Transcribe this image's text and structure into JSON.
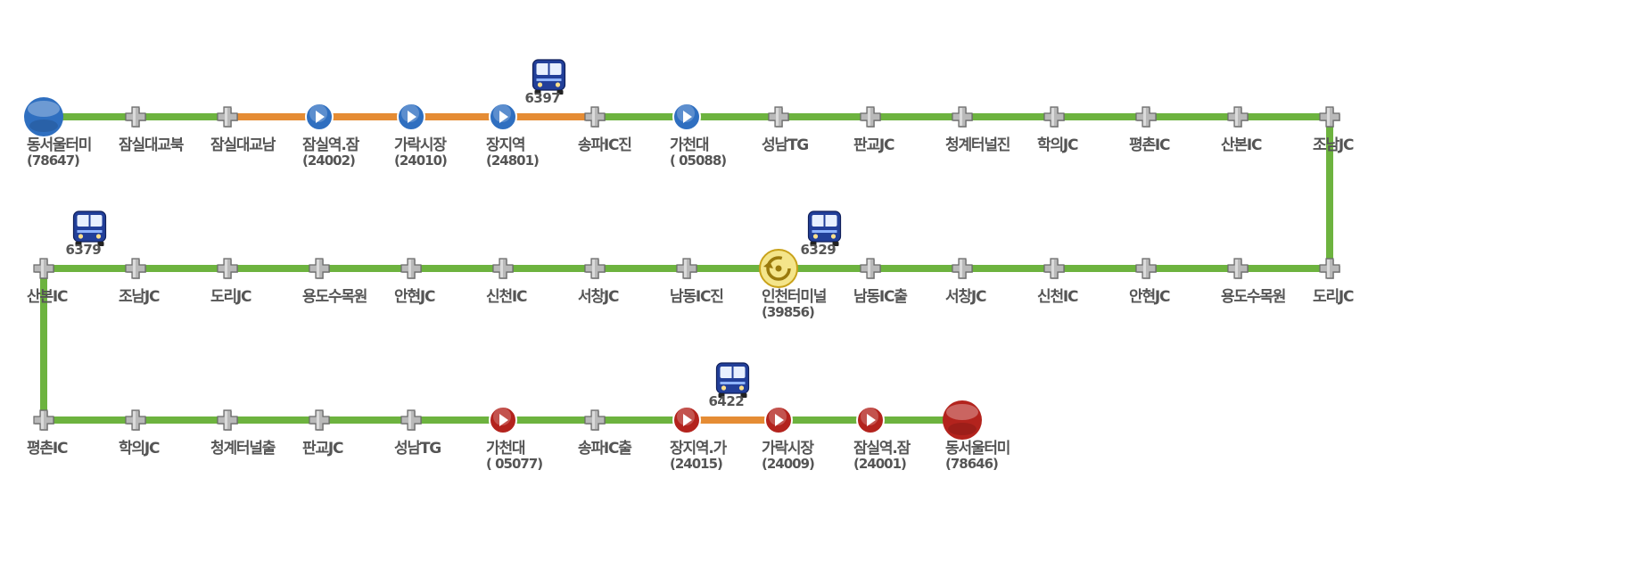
{
  "colors": {
    "line_normal": "#6db33f",
    "line_slow": "#e58c34",
    "node_gray": "#9a9a9a",
    "stop_blue": "#2f6fc0",
    "stop_red": "#b3231d",
    "terminal_yellow": "#e8c534",
    "label_text": "#555555",
    "bus_blue": "#2b4aa8"
  },
  "rows": [
    {
      "dir": "ltr",
      "stations": [
        {
          "name": "동서울터미",
          "code": "(78647)",
          "icon": "terminal-blue-icon"
        },
        {
          "name": "잠실대교북",
          "icon": "junction-node-icon"
        },
        {
          "name": "잠실대교남",
          "icon": "junction-node-icon"
        },
        {
          "name": "잠실역.잠",
          "code": "(24002)",
          "icon": "stop-blue-icon"
        },
        {
          "name": "가락시장",
          "code": "(24010)",
          "icon": "stop-blue-icon"
        },
        {
          "name": "장지역",
          "code": "(24801)",
          "icon": "stop-blue-icon"
        },
        {
          "name": "송파IC진",
          "icon": "junction-node-icon"
        },
        {
          "name": "가천대",
          "code": "( 05088)",
          "icon": "stop-blue-icon"
        },
        {
          "name": "성남TG",
          "icon": "junction-node-icon"
        },
        {
          "name": "판교JC",
          "icon": "junction-node-icon"
        },
        {
          "name": "청계터널진",
          "icon": "junction-node-icon"
        },
        {
          "name": "학의JC",
          "icon": "junction-node-icon"
        },
        {
          "name": "평촌IC",
          "icon": "junction-node-icon"
        },
        {
          "name": "산본IC",
          "icon": "junction-node-icon"
        },
        {
          "name": "조남JC",
          "icon": "junction-node-icon"
        }
      ],
      "segments": [
        "normal",
        "normal",
        "slow",
        "slow",
        "slow",
        "slow",
        "normal",
        "normal",
        "normal",
        "normal",
        "normal",
        "normal",
        "normal",
        "normal"
      ],
      "buses": [
        {
          "number": "6397",
          "after": 5
        }
      ]
    },
    {
      "dir": "rtl",
      "stations": [
        {
          "name": "도리JC",
          "icon": "junction-node-icon"
        },
        {
          "name": "용도수목원",
          "icon": "junction-node-icon"
        },
        {
          "name": "안현JC",
          "icon": "junction-node-icon"
        },
        {
          "name": "신천IC",
          "icon": "junction-node-icon"
        },
        {
          "name": "서창JC",
          "icon": "junction-node-icon"
        },
        {
          "name": "남동IC출",
          "icon": "junction-node-icon"
        },
        {
          "name": "인천터미널",
          "code": "(39856)",
          "icon": "turnaround-icon"
        },
        {
          "name": "남동IC진",
          "icon": "junction-node-icon"
        },
        {
          "name": "서창JC",
          "icon": "junction-node-icon"
        },
        {
          "name": "신천IC",
          "icon": "junction-node-icon"
        },
        {
          "name": "안현JC",
          "icon": "junction-node-icon"
        },
        {
          "name": "용도수목원",
          "icon": "junction-node-icon"
        },
        {
          "name": "도리JC",
          "icon": "junction-node-icon"
        },
        {
          "name": "조남JC",
          "icon": "junction-node-icon"
        },
        {
          "name": "산본IC",
          "icon": "junction-node-icon"
        }
      ],
      "segments": [
        "normal",
        "normal",
        "normal",
        "normal",
        "normal",
        "normal",
        "normal",
        "normal",
        "normal",
        "normal",
        "normal",
        "normal",
        "normal",
        "normal"
      ],
      "buses": [
        {
          "number": "6329",
          "after": 5
        },
        {
          "number": "6379",
          "after": 13
        }
      ]
    },
    {
      "dir": "ltr",
      "stations": [
        {
          "name": "평촌IC",
          "icon": "junction-node-icon"
        },
        {
          "name": "학의JC",
          "icon": "junction-node-icon"
        },
        {
          "name": "청계터널출",
          "icon": "junction-node-icon"
        },
        {
          "name": "판교JC",
          "icon": "junction-node-icon"
        },
        {
          "name": "성남TG",
          "icon": "junction-node-icon"
        },
        {
          "name": "가천대",
          "code": "( 05077)",
          "icon": "stop-red-icon"
        },
        {
          "name": "송파IC출",
          "icon": "junction-node-icon"
        },
        {
          "name": "장지역.가",
          "code": "(24015)",
          "icon": "stop-red-icon"
        },
        {
          "name": "가락시장",
          "code": "(24009)",
          "icon": "stop-red-icon"
        },
        {
          "name": "잠실역.잠",
          "code": "(24001)",
          "icon": "stop-red-icon"
        },
        {
          "name": "동서울터미",
          "code": "(78646)",
          "icon": "terminal-red-icon"
        }
      ],
      "segments": [
        "normal",
        "normal",
        "normal",
        "normal",
        "normal",
        "normal",
        "normal",
        "slow",
        "normal",
        "normal"
      ],
      "buses": [
        {
          "number": "6422",
          "after": 7
        }
      ]
    }
  ],
  "connectors": [
    {
      "side": "right",
      "from_row": 0,
      "to_row": 1
    },
    {
      "side": "left",
      "from_row": 1,
      "to_row": 2
    }
  ]
}
